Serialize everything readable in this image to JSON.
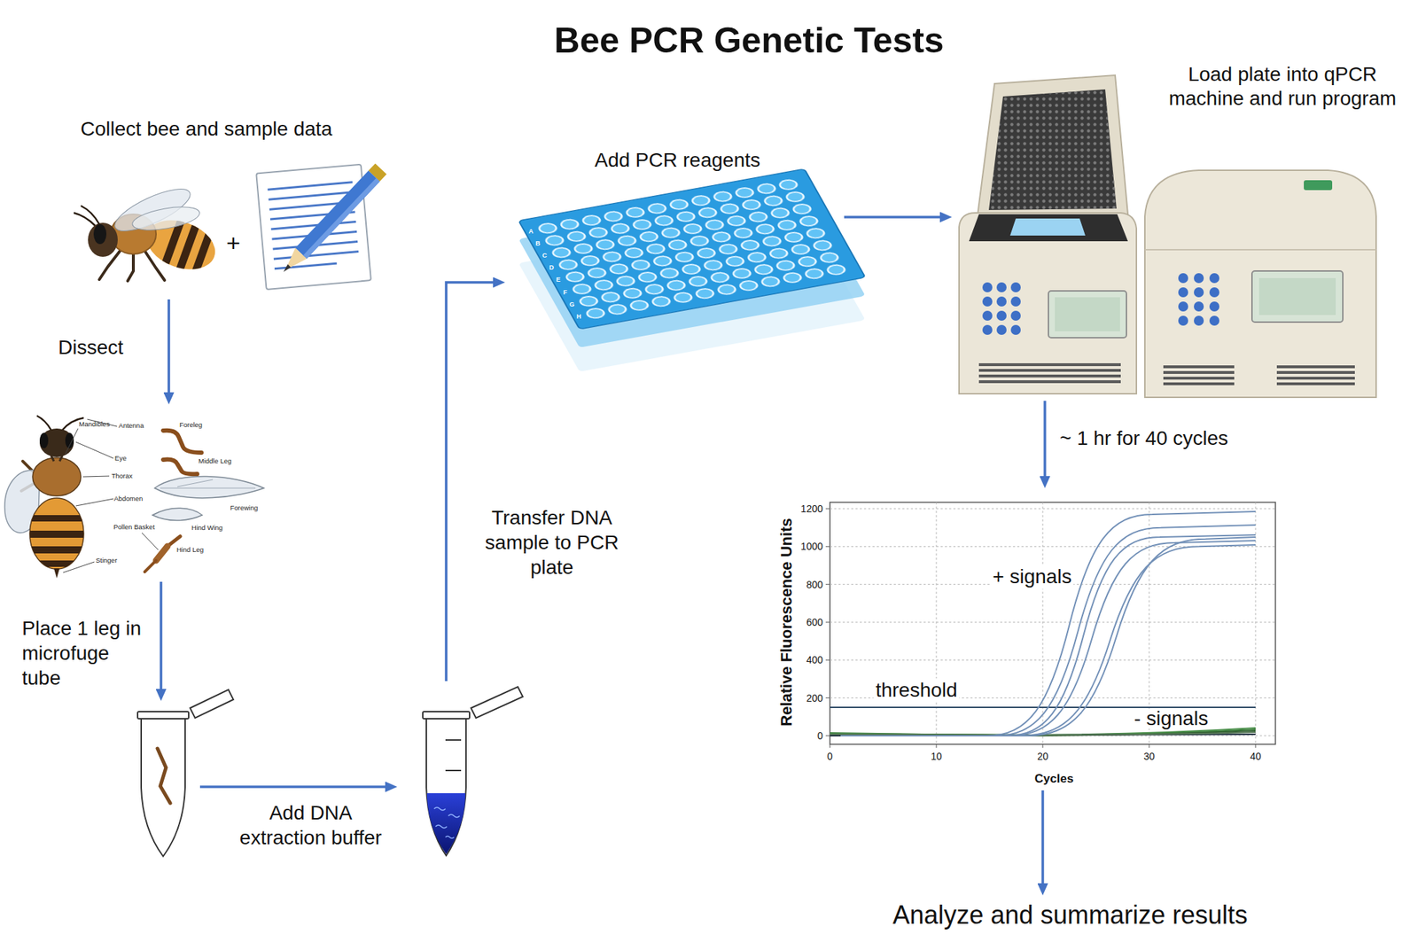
{
  "diagram": {
    "title": "Bee PCR Genetic Tests",
    "nodes": [
      {
        "text": [
          "Collect bee and sample data",
          "+"
        ]
      },
      {
        "text": [
          "Mandibles",
          "Antenna",
          "Foreleg",
          "Eye",
          "Middle Leg",
          "Thorax",
          "Abdomen",
          "Forewing",
          "Pollen Basket",
          "Hind Wing",
          "Hind Leg",
          "Stinger"
        ]
      },
      {},
      {},
      {
        "text": [
          "Add PCR reagents"
        ]
      },
      {
        "text": [
          "Load plate into qPCR machine and run program"
        ]
      },
      {
        "text": [
          "1200",
          "1000",
          "800",
          "600",
          "400",
          "200",
          "0",
          "Relative Fluorescence Units",
          "0",
          "10",
          "20",
          "30",
          "40",
          "Cycles",
          "+ signals",
          "threshold",
          "- signals"
        ]
      },
      {
        "text": [
          "Analyze and summarize results"
        ]
      }
    ],
    "edges": [
      {
        "from": 0,
        "to": 1,
        "label": "Dissect",
        "arrow": "to"
      },
      {
        "from": 1,
        "to": 2,
        "label": "Place 1 leg in microfuge tube",
        "arrow": "to"
      },
      {
        "from": 2,
        "to": 3,
        "label": "Add DNA extraction buffer",
        "arrow": "to"
      },
      {
        "from": 3,
        "to": 4,
        "label": "Transfer DNA sample to PCR plate",
        "arrow": "to"
      },
      {
        "from": 4,
        "to": 5,
        "arrow": "to"
      },
      {
        "from": 5,
        "to": 6,
        "label": "~ 1 hr for 40 cycles",
        "arrow": "to"
      },
      {
        "from": 6,
        "to": 7,
        "arrow": "to"
      }
    ],
    "labels": [
      "A",
      "B",
      "C",
      "D",
      "E",
      "F",
      "G",
      "H"
    ]
  }
}
